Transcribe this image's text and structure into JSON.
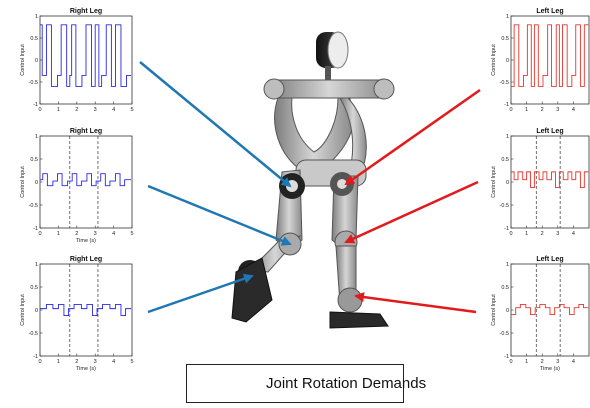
{
  "legend": {
    "label": "Joint Rotation Demands",
    "red": "#e31a1c",
    "blue": "#1f77b4"
  },
  "axis": {
    "xlabel": "Time (s)",
    "ylabel": "Control Input"
  },
  "chart_data": [
    {
      "type": "line",
      "title": "Right Leg",
      "color": "#2a2ae0",
      "xlabel": "",
      "ylabel": "Control Input",
      "xlim": [
        0,
        5
      ],
      "ylim": [
        -1,
        1
      ],
      "xticks": [
        0,
        1,
        2,
        3,
        4,
        5
      ],
      "yticks": [
        -1,
        -0.5,
        0,
        0.5,
        1
      ],
      "vlines": [],
      "x": [
        0,
        0.12,
        0.12,
        0.35,
        0.35,
        0.62,
        0.62,
        0.95,
        0.95,
        1.15,
        1.15,
        1.45,
        1.45,
        1.62,
        1.62,
        1.72,
        1.72,
        1.95,
        1.95,
        2.28,
        2.28,
        2.5,
        2.5,
        2.8,
        2.8,
        3.0,
        3.0,
        3.2,
        3.2,
        3.35,
        3.35,
        3.6,
        3.6,
        3.88,
        3.88,
        4.1,
        4.1,
        4.4,
        4.4,
        4.7,
        4.7,
        4.95
      ],
      "y": [
        0.8,
        0.8,
        -0.35,
        -0.35,
        0.8,
        0.8,
        -0.6,
        -0.6,
        -0.35,
        -0.35,
        0.8,
        0.8,
        -0.6,
        -0.6,
        -0.35,
        -0.35,
        0.8,
        0.8,
        -0.6,
        -0.6,
        -0.35,
        -0.35,
        0.8,
        0.8,
        -0.6,
        -0.6,
        0.8,
        0.8,
        -0.6,
        -0.6,
        -0.35,
        -0.35,
        0.8,
        0.8,
        -0.6,
        -0.6,
        0.8,
        0.8,
        -0.6,
        -0.6,
        -0.35,
        -0.35
      ]
    },
    {
      "type": "line",
      "title": "Right Leg",
      "color": "#2a2ae0",
      "xlabel": "Time (s)",
      "ylabel": "Control Input",
      "xlim": [
        0,
        5
      ],
      "ylim": [
        -1,
        1
      ],
      "xticks": [
        0,
        1,
        2,
        3,
        4,
        5
      ],
      "yticks": [
        -1,
        -0.5,
        0,
        0.5,
        1
      ],
      "vlines": [
        1.62,
        3.15
      ],
      "x": [
        0,
        0.15,
        0.15,
        0.4,
        0.4,
        0.7,
        0.7,
        0.95,
        0.95,
        1.2,
        1.2,
        1.5,
        1.5,
        1.75,
        1.75,
        2.0,
        2.0,
        2.25,
        2.25,
        2.55,
        2.55,
        2.8,
        2.8,
        3.05,
        3.05,
        3.3,
        3.3,
        3.55,
        3.55,
        3.8,
        3.8,
        4.1,
        4.1,
        4.35,
        4.35,
        4.6,
        4.6,
        4.95
      ],
      "y": [
        0.05,
        0.05,
        0.18,
        0.18,
        -0.08,
        -0.08,
        0.02,
        0.02,
        0.18,
        0.18,
        -0.08,
        -0.08,
        0.02,
        0.02,
        0.18,
        0.18,
        -0.08,
        -0.08,
        0.02,
        0.02,
        0.18,
        0.18,
        -0.08,
        -0.08,
        0.02,
        0.02,
        0.18,
        0.18,
        -0.08,
        -0.08,
        0.02,
        0.02,
        0.18,
        0.18,
        -0.08,
        -0.08,
        0.05,
        0.05
      ]
    },
    {
      "type": "line",
      "title": "Right Leg",
      "color": "#2a2ae0",
      "xlabel": "Time (s)",
      "ylabel": "Control Input",
      "xlim": [
        0,
        5
      ],
      "ylim": [
        -1,
        1
      ],
      "xticks": [
        0,
        1,
        2,
        3,
        4,
        5
      ],
      "yticks": [
        -1,
        -0.5,
        0,
        0.5,
        1
      ],
      "vlines": [
        1.62,
        3.15
      ],
      "x": [
        0,
        0.35,
        0.35,
        0.7,
        0.7,
        1.0,
        1.0,
        1.3,
        1.3,
        1.55,
        1.55,
        1.85,
        1.85,
        2.25,
        2.25,
        2.55,
        2.55,
        2.85,
        2.85,
        3.1,
        3.1,
        3.4,
        3.4,
        3.8,
        3.8,
        4.1,
        4.1,
        4.4,
        4.4,
        4.65,
        4.65,
        4.95
      ],
      "y": [
        0.03,
        0.03,
        0.12,
        0.12,
        0.03,
        0.03,
        0.12,
        0.12,
        -0.12,
        -0.12,
        0.03,
        0.03,
        0.12,
        0.12,
        0.03,
        0.03,
        0.12,
        0.12,
        -0.12,
        -0.12,
        0.03,
        0.03,
        0.12,
        0.12,
        0.03,
        0.03,
        0.12,
        0.12,
        -0.12,
        -0.12,
        0.03,
        0.03
      ]
    },
    {
      "type": "line",
      "title": "Left Leg",
      "color": "#e8352c",
      "xlabel": "",
      "ylabel": "Control Input",
      "xlim": [
        0,
        5
      ],
      "ylim": [
        -1,
        1
      ],
      "xticks": [
        0,
        1,
        2,
        3,
        4
      ],
      "yticks": [
        -1,
        -0.5,
        0,
        0.5,
        1
      ],
      "vlines": [],
      "x": [
        0,
        0.2,
        0.2,
        0.5,
        0.5,
        0.8,
        0.8,
        1.05,
        1.05,
        1.3,
        1.3,
        1.5,
        1.5,
        1.75,
        1.75,
        2.05,
        2.05,
        2.35,
        2.35,
        2.6,
        2.6,
        2.9,
        2.9,
        3.1,
        3.1,
        3.3,
        3.3,
        3.6,
        3.6,
        3.9,
        3.9,
        4.15,
        4.15,
        4.45,
        4.45,
        4.7,
        4.7,
        4.95
      ],
      "y": [
        -0.6,
        -0.6,
        0.8,
        0.8,
        -0.6,
        -0.6,
        -0.35,
        -0.35,
        0.8,
        0.8,
        -0.6,
        -0.6,
        0.8,
        0.8,
        -0.6,
        -0.6,
        -0.35,
        -0.35,
        0.8,
        0.8,
        -0.6,
        -0.6,
        0.8,
        0.8,
        -0.6,
        -0.6,
        0.8,
        0.8,
        -0.6,
        -0.6,
        -0.35,
        -0.35,
        0.8,
        0.8,
        -0.6,
        -0.6,
        0.8,
        0.8
      ]
    },
    {
      "type": "line",
      "title": "Left Leg",
      "color": "#e8352c",
      "xlabel": "",
      "ylabel": "Control Input",
      "xlim": [
        0,
        5
      ],
      "ylim": [
        -1,
        1
      ],
      "xticks": [
        0,
        1,
        2,
        3,
        4
      ],
      "yticks": [
        -1,
        -0.5,
        0,
        0.5,
        1
      ],
      "vlines": [
        1.62,
        3.15
      ],
      "x": [
        0,
        0.2,
        0.2,
        0.45,
        0.45,
        0.75,
        0.75,
        1.0,
        1.0,
        1.25,
        1.25,
        1.5,
        1.5,
        1.8,
        1.8,
        2.05,
        2.05,
        2.3,
        2.3,
        2.6,
        2.6,
        2.85,
        2.85,
        3.1,
        3.1,
        3.35,
        3.35,
        3.65,
        3.65,
        3.9,
        3.9,
        4.15,
        4.15,
        4.45,
        4.45,
        4.7,
        4.7,
        4.95
      ],
      "y": [
        0.22,
        0.22,
        0.05,
        0.05,
        0.22,
        0.22,
        0.05,
        0.05,
        0.22,
        0.22,
        -0.12,
        -0.12,
        0.22,
        0.22,
        0.05,
        0.05,
        0.22,
        0.22,
        0.05,
        0.05,
        0.22,
        0.22,
        -0.12,
        -0.12,
        0.22,
        0.22,
        0.05,
        0.05,
        0.22,
        0.22,
        0.05,
        0.05,
        0.22,
        0.22,
        -0.12,
        -0.12,
        0.22,
        0.22
      ]
    },
    {
      "type": "line",
      "title": "Left Leg",
      "color": "#e8352c",
      "xlabel": "Time (s)",
      "ylabel": "Control Input",
      "xlim": [
        0,
        5
      ],
      "ylim": [
        -1,
        1
      ],
      "xticks": [
        0,
        1,
        2,
        3,
        4
      ],
      "yticks": [
        -1,
        -0.5,
        0,
        0.5,
        1
      ],
      "vlines": [
        1.62,
        3.15
      ],
      "x": [
        0,
        0.3,
        0.3,
        0.6,
        0.6,
        0.95,
        0.95,
        1.25,
        1.25,
        1.55,
        1.55,
        1.85,
        1.85,
        2.2,
        2.2,
        2.5,
        2.5,
        2.8,
        2.8,
        3.1,
        3.1,
        3.4,
        3.4,
        3.75,
        3.75,
        4.05,
        4.05,
        4.35,
        4.35,
        4.65,
        4.65,
        4.95
      ],
      "y": [
        -0.1,
        -0.1,
        0.05,
        0.05,
        0.12,
        0.12,
        0.05,
        0.05,
        -0.1,
        -0.1,
        0.05,
        0.05,
        0.12,
        0.12,
        0.05,
        0.05,
        -0.1,
        -0.1,
        0.05,
        0.05,
        0.12,
        0.12,
        0.05,
        0.05,
        -0.1,
        -0.1,
        0.05,
        0.05,
        0.12,
        0.12,
        0.05,
        0.05
      ]
    }
  ]
}
